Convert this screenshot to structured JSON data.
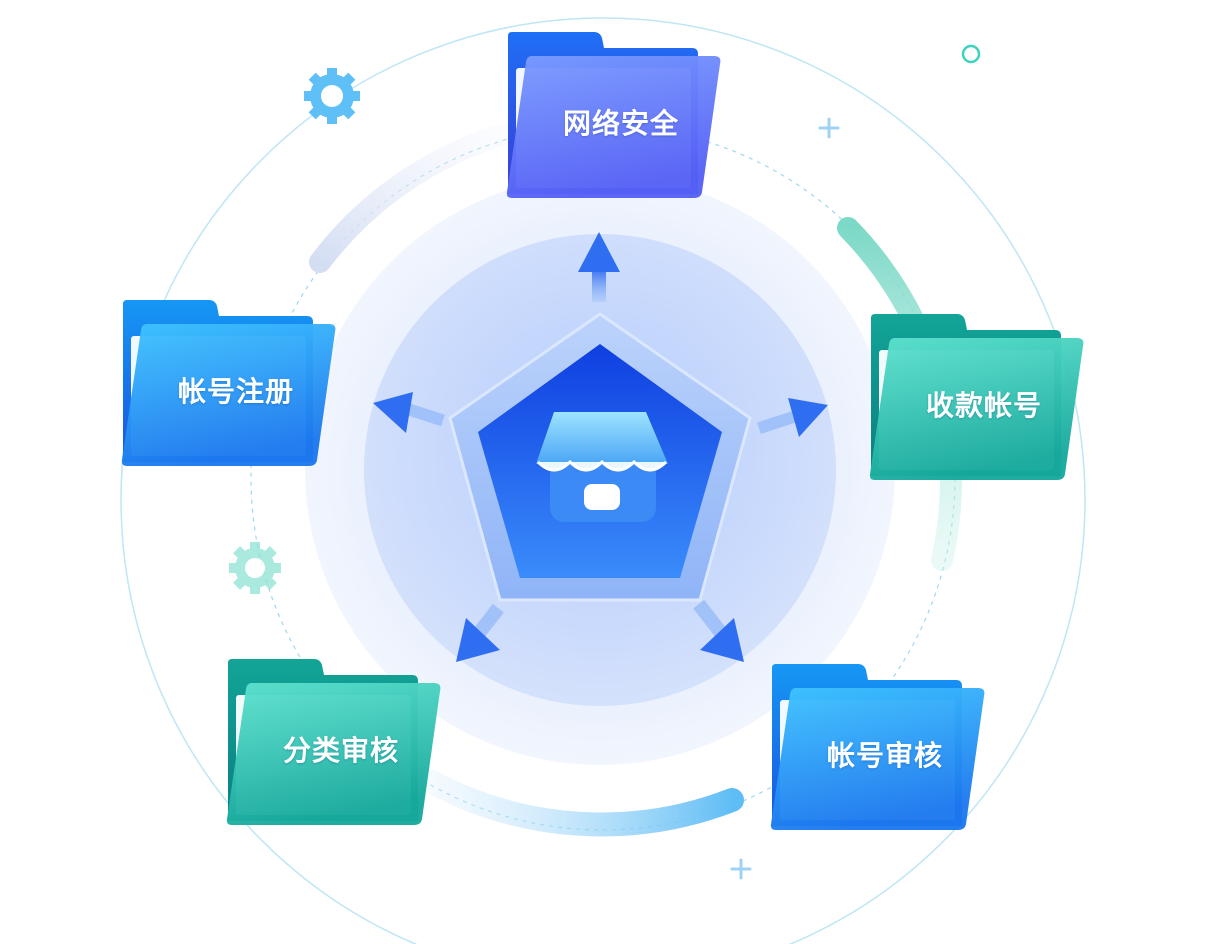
{
  "center": {
    "icon": "storefront-icon"
  },
  "folders": [
    {
      "id": "network-security",
      "label": "网络安全",
      "theme": "violet"
    },
    {
      "id": "payment-account",
      "label": "收款帐号",
      "theme": "teal"
    },
    {
      "id": "account-review",
      "label": "帐号审核",
      "theme": "blue"
    },
    {
      "id": "category-review",
      "label": "分类审核",
      "theme": "teal"
    },
    {
      "id": "account-registration",
      "label": "帐号注册",
      "theme": "blue"
    }
  ],
  "decorations": [
    "gear-icon",
    "gear-icon",
    "plus-icon",
    "plus-icon",
    "ring-icon"
  ],
  "colors": {
    "violet": "#5b6cff",
    "blue": "#1e9af5",
    "teal": "#1cb8a8",
    "center": "#1a5ff0",
    "ring": "#bfe6f5"
  }
}
